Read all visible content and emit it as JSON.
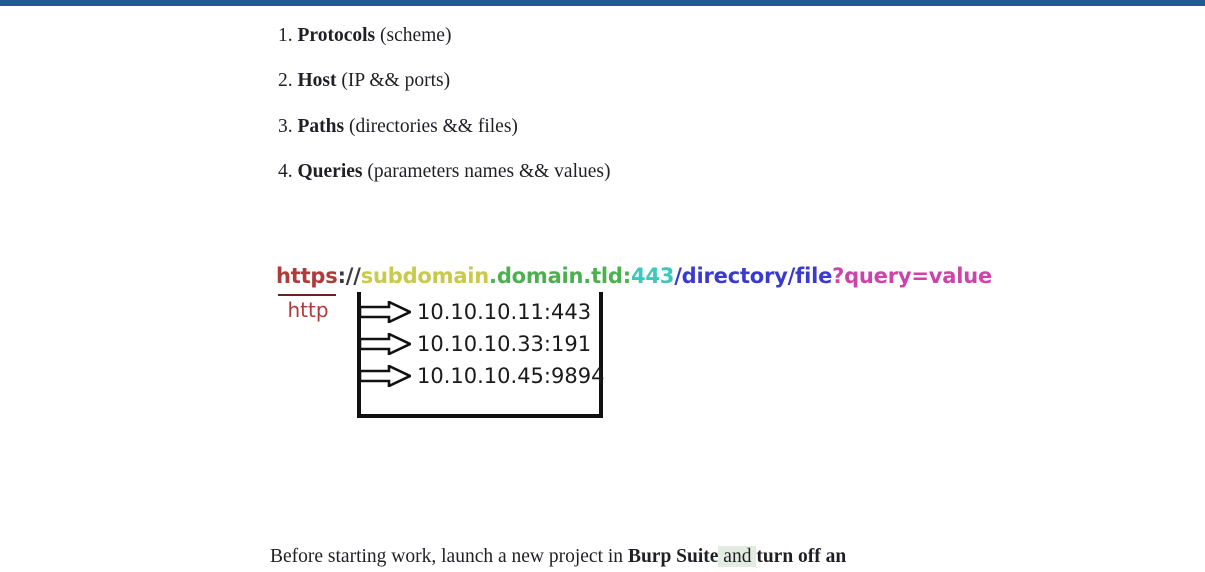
{
  "topbar": {
    "color": "#245a8d"
  },
  "list": {
    "items": [
      {
        "num": "1.",
        "term": "Protocols",
        "rest": " (scheme)"
      },
      {
        "num": "2.",
        "term": "Host",
        "rest": " (IP && ports)"
      },
      {
        "num": "3.",
        "term": "Paths",
        "rest": " (directories && files)"
      },
      {
        "num": "4.",
        "term": "Queries",
        "rest": " (parameters names && values)"
      }
    ]
  },
  "diagram": {
    "url": {
      "full": "https://subdomain.domain.tld:443/directory/file?query=value",
      "scheme": "https",
      "separator": "://",
      "subdomain": "subdomain",
      "dot1": ".",
      "domain": "domain.tld",
      "colon": ":",
      "port": "443",
      "path": "/directory/file",
      "query": "?query=value"
    },
    "scheme_alternative": "http",
    "hosts": [
      {
        "address": "10.10.10.11:443",
        "arrow": "block-arrow-right-icon"
      },
      {
        "address": "10.10.10.33:191",
        "arrow": "block-arrow-right-icon"
      },
      {
        "address": "10.10.10.45:9894",
        "arrow": "block-arrow-right-icon"
      }
    ],
    "colors": {
      "scheme": "#b03a3a",
      "separator": "#3a3a42",
      "subdomain": "#c9c94b",
      "domain": "#4caf50",
      "port": "#3bc9bd",
      "path": "#3a3ad0",
      "query": "#cc44aa",
      "box_border": "#111111"
    }
  },
  "footer": {
    "part1": "Before starting work, launch a new project in ",
    "bold1": "Burp Suite",
    "highlight": " and ",
    "bold2": "turn off an",
    "highlight_color": "#e3ece1"
  }
}
